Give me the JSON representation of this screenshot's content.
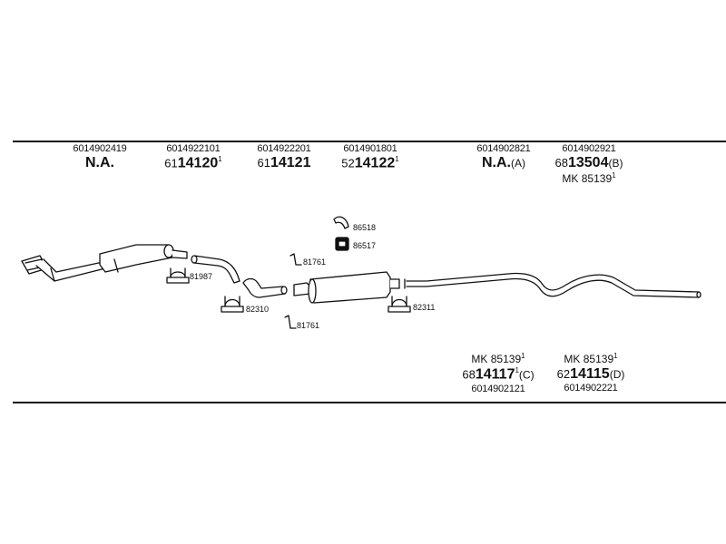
{
  "top_columns": [
    {
      "oe_number": "6014902419",
      "part": {
        "prefix": "",
        "number": "N.A.",
        "sup": "",
        "suffix": ""
      }
    },
    {
      "oe_number": "6014922101",
      "part": {
        "prefix": "61",
        "number": "14120",
        "sup": "1",
        "suffix": ""
      }
    },
    {
      "oe_number": "6014922201",
      "part": {
        "prefix": "61",
        "number": "14121",
        "sup": "",
        "suffix": ""
      }
    },
    {
      "oe_number": "6014901801",
      "part": {
        "prefix": "52",
        "number": "14122",
        "sup": "1",
        "suffix": ""
      }
    },
    {
      "oe_number": "6014902821",
      "part": {
        "prefix": "",
        "number": "N.A.",
        "sup": "",
        "suffix": "(A)"
      }
    },
    {
      "oe_number": "6014902921",
      "part": {
        "prefix": "68",
        "number": "13504",
        "sup": "",
        "suffix": "(B)"
      },
      "mk": {
        "label": "MK 85139",
        "sup": "1"
      }
    }
  ],
  "bottom_columns": [
    {
      "mk": {
        "label": "MK 85139",
        "sup": "1"
      },
      "part": {
        "prefix": "68",
        "number": "14117",
        "sup": "1",
        "suffix": "(C)"
      },
      "oe_number": "6014902121"
    },
    {
      "mk": {
        "label": "MK 85139",
        "sup": "1"
      },
      "part": {
        "prefix": "62",
        "number": "14115",
        "sup": "",
        "suffix": "(D)"
      },
      "oe_number": "6014902221"
    }
  ],
  "callouts": [
    "81987",
    "82310",
    "81761",
    "81761",
    "86518",
    "86517",
    "82311"
  ]
}
